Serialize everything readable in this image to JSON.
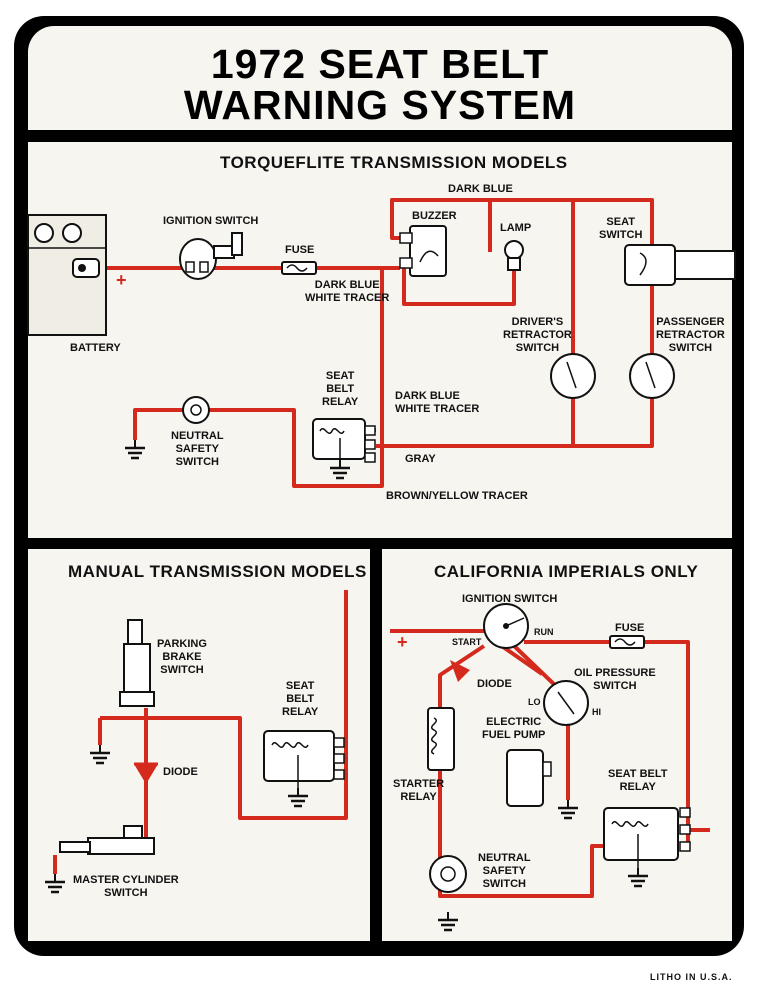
{
  "title": {
    "line1": "1972 SEAT BELT",
    "line2": "WARNING SYSTEM"
  },
  "sections": {
    "torqueflite": {
      "heading": "TORQUEFLITE TRANSMISSION MODELS",
      "labels": {
        "ignition_switch": "IGNITION SWITCH",
        "fuse": "FUSE",
        "battery": "BATTERY",
        "plus": "+",
        "dark_blue": "DARK BLUE",
        "buzzer": "BUZZER",
        "lamp": "LAMP",
        "seat_switch": [
          "SEAT",
          "SWITCH"
        ],
        "dark_blue_white_tracer_1": [
          "DARK BLUE",
          "WHITE TRACER"
        ],
        "drivers_retractor": [
          "DRIVER'S",
          "RETRACTOR",
          "SWITCH"
        ],
        "passenger_retractor": [
          "PASSENGER",
          "RETRACTOR",
          "SWITCH"
        ],
        "seat_belt_relay": [
          "SEAT",
          "BELT",
          "RELAY"
        ],
        "dark_blue_white_tracer_2": [
          "DARK BLUE",
          "WHITE TRACER"
        ],
        "neutral_safety_switch": [
          "NEUTRAL",
          "SAFETY",
          "SWITCH"
        ],
        "gray": "GRAY",
        "brown_yellow_tracer": "BROWN/YELLOW TRACER"
      }
    },
    "manual": {
      "heading": "MANUAL TRANSMISSION MODELS",
      "labels": {
        "parking_brake_switch": [
          "PARKING",
          "BRAKE",
          "SWITCH"
        ],
        "diode": "DIODE",
        "seat_belt_relay": [
          "SEAT",
          "BELT",
          "RELAY"
        ],
        "master_cylinder_switch": [
          "MASTER CYLINDER",
          "SWITCH"
        ]
      }
    },
    "california": {
      "heading": "CALIFORNIA IMPERIALS ONLY",
      "labels": {
        "ignition_switch": "IGNITION SWITCH",
        "start": "START",
        "run": "RUN",
        "fuse": "FUSE",
        "plus": "+",
        "diode": "DIODE",
        "oil_pressure_switch": [
          "OIL PRESSURE",
          "SWITCH"
        ],
        "lo": "LO",
        "hi": "HI",
        "electric_fuel_pump": [
          "ELECTRIC",
          "FUEL PUMP"
        ],
        "starter_relay": [
          "STARTER",
          "RELAY"
        ],
        "seat_belt_relay": [
          "SEAT BELT",
          "RELAY"
        ],
        "neutral_safety_switch": [
          "NEUTRAL",
          "SAFETY",
          "SWITCH"
        ]
      }
    }
  },
  "footer": "LITHO IN U.S.A.",
  "colors": {
    "wire": "#d42a1e",
    "ink": "#111111",
    "paper": "#f7f5f0",
    "frame": "#000000"
  }
}
